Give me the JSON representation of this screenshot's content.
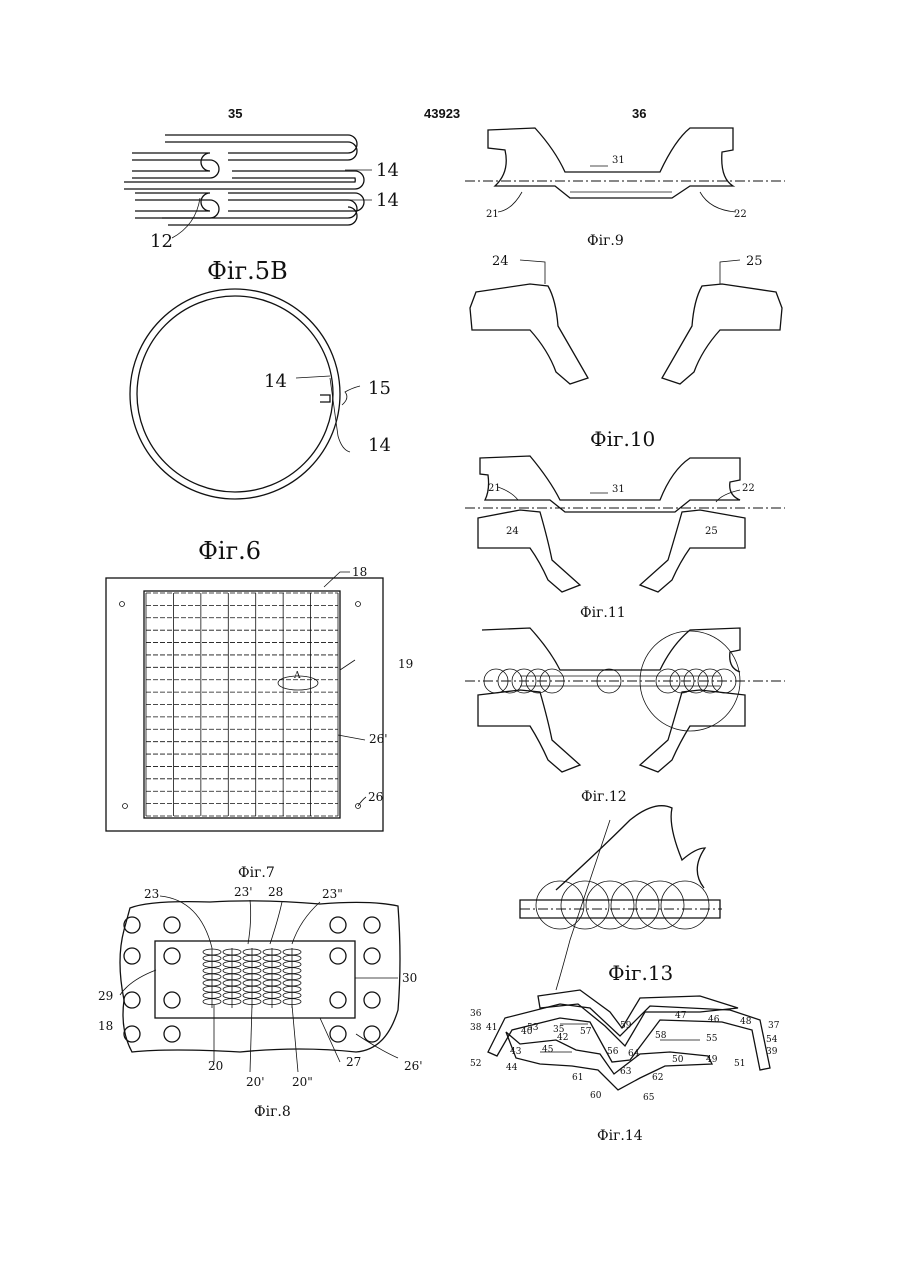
{
  "header": {
    "left_page": "35",
    "doc_number": "43923",
    "right_page": "36"
  },
  "figures": {
    "fig5b": {
      "caption": "Фіг.5В",
      "refs": [
        "14",
        "14",
        "12"
      ]
    },
    "fig6": {
      "caption": "Фіг.6",
      "refs": [
        "14",
        "15",
        "14"
      ]
    },
    "fig7": {
      "caption": "Фіг.7",
      "refs": [
        "18",
        "19",
        "A",
        "26'",
        "26"
      ]
    },
    "fig8": {
      "caption": "Фіг.8",
      "refs": [
        "23",
        "23'",
        "28",
        "23\"",
        "30",
        "29",
        "18",
        "20",
        "20'",
        "20\"",
        "27",
        "26'"
      ]
    },
    "fig9": {
      "caption": "Фіг.9",
      "refs": [
        "31",
        "21",
        "22"
      ]
    },
    "fig10": {
      "caption": "Фіг.10",
      "refs": [
        "24",
        "25"
      ]
    },
    "fig11": {
      "caption": "Фіг.11",
      "refs": [
        "21",
        "31",
        "22",
        "24",
        "25"
      ]
    },
    "fig12": {
      "caption": "Фіг.12"
    },
    "fig13": {
      "caption": "Фіг.13"
    },
    "fig14": {
      "caption": "Фіг.14",
      "refs": [
        "41",
        "40",
        "42",
        "36",
        "38",
        "53",
        "35",
        "57",
        "59",
        "47",
        "46",
        "48",
        "37",
        "54",
        "55",
        "39",
        "43",
        "45",
        "56",
        "64",
        "58",
        "50",
        "49",
        "51",
        "52",
        "44",
        "61",
        "63",
        "62",
        "60",
        "65"
      ]
    }
  }
}
